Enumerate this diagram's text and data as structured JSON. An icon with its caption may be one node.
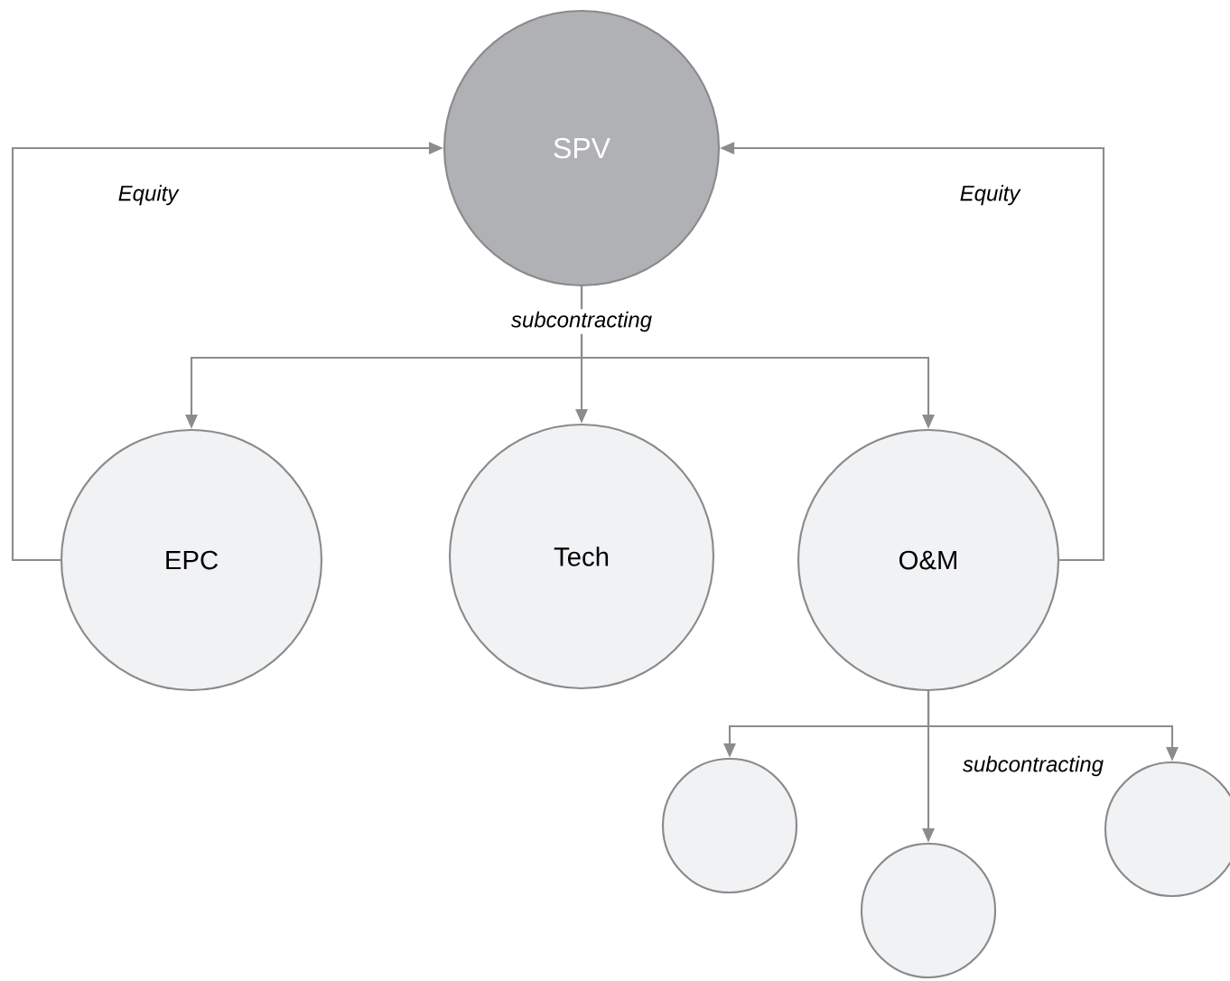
{
  "diagram": {
    "nodes": [
      {
        "text": [
          "SPV"
        ]
      },
      {
        "text": [
          "EPC"
        ]
      },
      {
        "text": [
          "Tech"
        ]
      },
      {
        "text": [
          "O&M"
        ]
      },
      {
        "text": [],
        "shape": "circle"
      },
      {
        "text": [],
        "shape": "circle"
      },
      {
        "text": [],
        "shape": "circle"
      }
    ],
    "edges": [
      {
        "from": 1,
        "to": 0,
        "arrow": "to",
        "label": "Equity"
      },
      {
        "from": 3,
        "to": 0,
        "arrow": "to",
        "label": "Equity"
      },
      {
        "from": 0,
        "to": 1,
        "arrow": "to"
      },
      {
        "from": 0,
        "to": 2,
        "arrow": "to",
        "label": "subcontracting"
      },
      {
        "from": 0,
        "to": 3,
        "arrow": "to"
      },
      {
        "from": 3,
        "to": 4,
        "arrow": "to"
      },
      {
        "from": 3,
        "to": 5,
        "arrow": "to"
      },
      {
        "from": 3,
        "to": 6,
        "arrow": "to",
        "label": "subcontracting"
      }
    ]
  }
}
